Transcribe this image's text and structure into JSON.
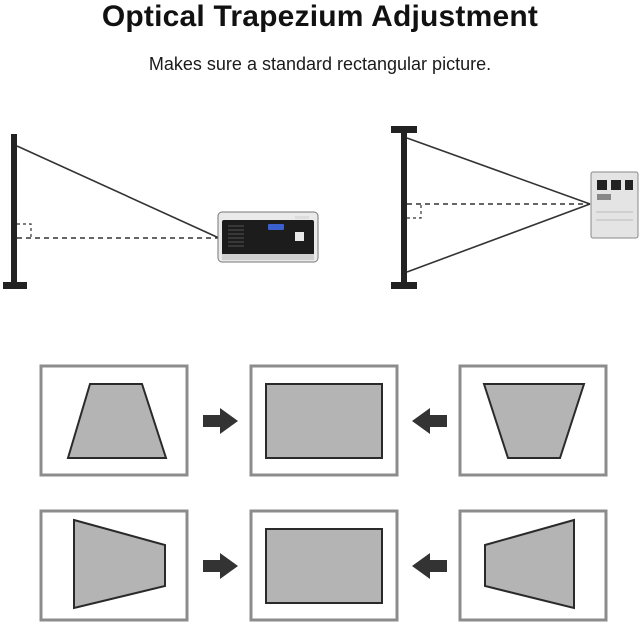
{
  "header": {
    "title": "Optical Trapezium Adjustment",
    "subtitle": "Makes sure a standard rectangular picture."
  },
  "colors": {
    "screen_fill": "#b4b4b4",
    "screen_stroke": "#2a2a2a",
    "panel_border": "#8c8c8c",
    "arrow": "#333333",
    "projector_body": "#eaeaea",
    "projector_panel": "#1c1c1c"
  },
  "diagram": {
    "top_left": {
      "label": "side-view-projection"
    },
    "top_right": {
      "label": "top-view-projection"
    },
    "rows": [
      {
        "row": "vertical-keystone",
        "left_shape": "trapezoid-narrow-top",
        "right_shape": "trapezoid-narrow-bottom",
        "result": "rectangle"
      },
      {
        "row": "horizontal-keystone",
        "left_shape": "trapezoid-narrow-right",
        "right_shape": "trapezoid-narrow-left",
        "result": "rectangle"
      }
    ]
  }
}
